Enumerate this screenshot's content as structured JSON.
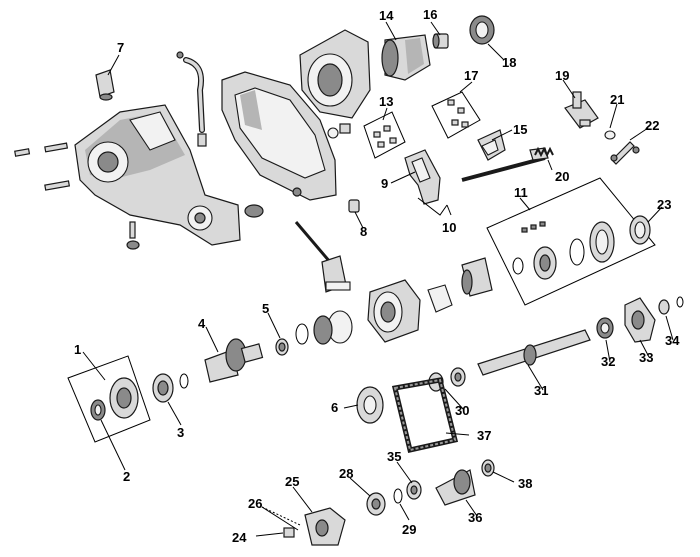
{
  "diagram": {
    "callouts": [
      "1",
      "2",
      "3",
      "4",
      "5",
      "6",
      "7",
      "8",
      "9",
      "10",
      "11",
      "13",
      "14",
      "15",
      "16",
      "17",
      "18",
      "19",
      "20",
      "21",
      "22",
      "23",
      "24",
      "25",
      "26",
      "28",
      "29",
      "30",
      "31",
      "32",
      "33",
      "34",
      "35",
      "37",
      "38",
      "36"
    ]
  }
}
